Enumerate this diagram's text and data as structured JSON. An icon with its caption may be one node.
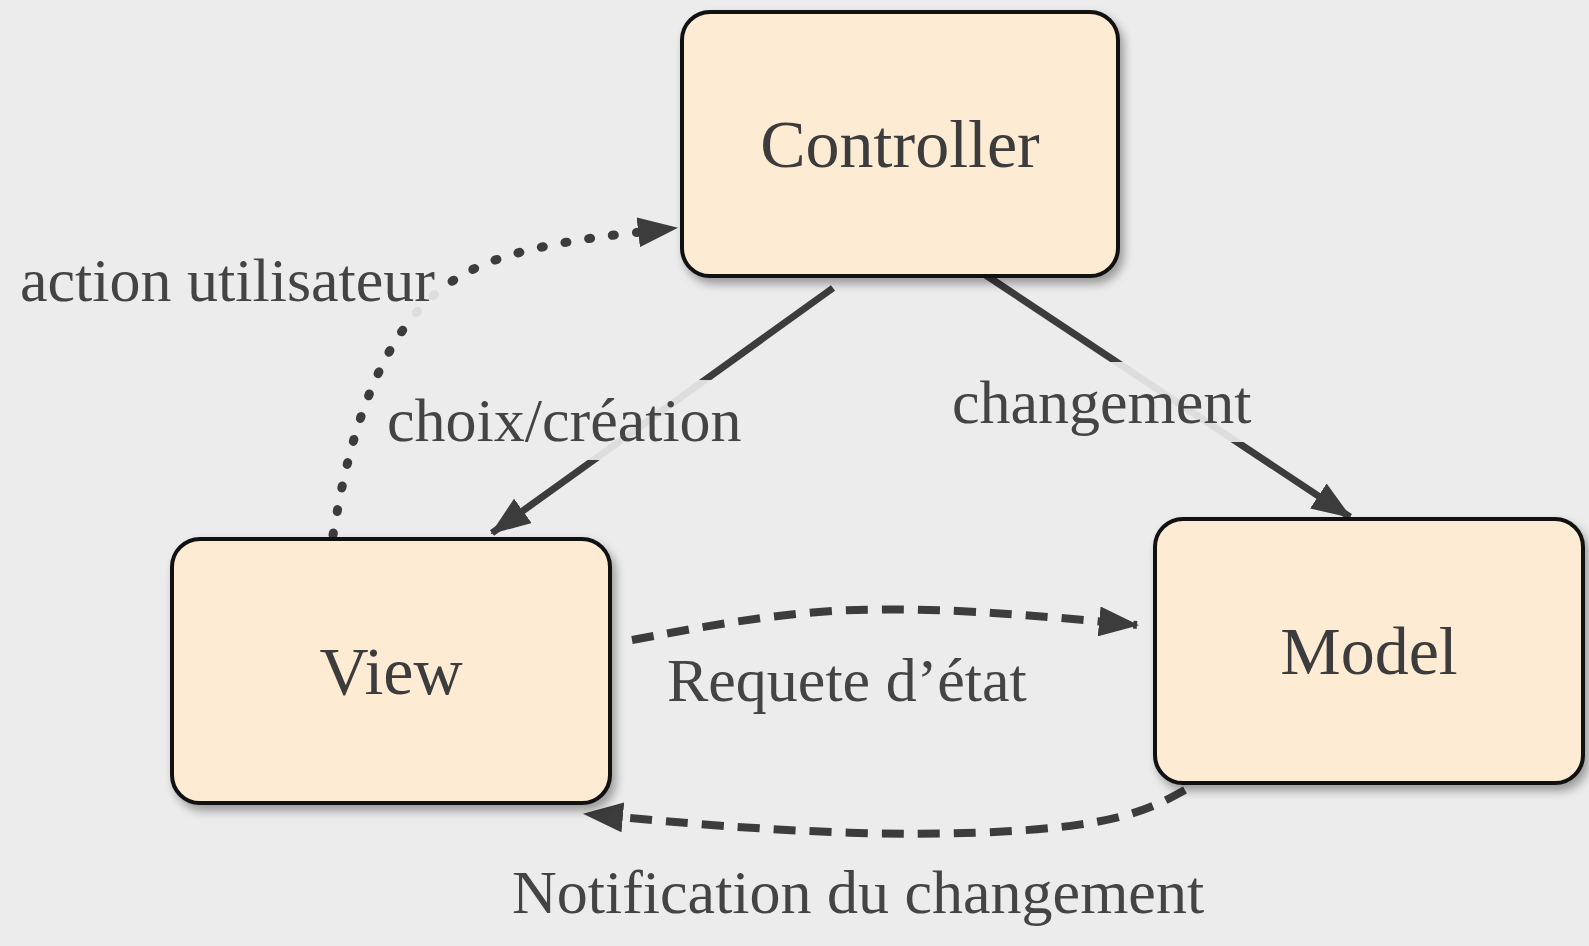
{
  "diagram": {
    "nodes": [
      {
        "text": [
          "Controller"
        ]
      },
      {
        "text": [
          "View"
        ]
      },
      {
        "text": [
          "Model"
        ]
      }
    ],
    "edges": [
      {
        "from": 1,
        "to": 0,
        "arrow": "to",
        "label": "action utilisateur",
        "style": "dashed"
      },
      {
        "from": 0,
        "to": 1,
        "arrow": "to",
        "label": "choix/création"
      },
      {
        "from": 0,
        "to": 2,
        "arrow": "to",
        "label": "changement"
      },
      {
        "from": 1,
        "to": 2,
        "arrow": "to",
        "label": "Requete d’état",
        "style": "dashed"
      },
      {
        "from": 2,
        "to": 1,
        "arrow": "to",
        "label": "Notification du changement",
        "style": "dashed"
      }
    ]
  }
}
